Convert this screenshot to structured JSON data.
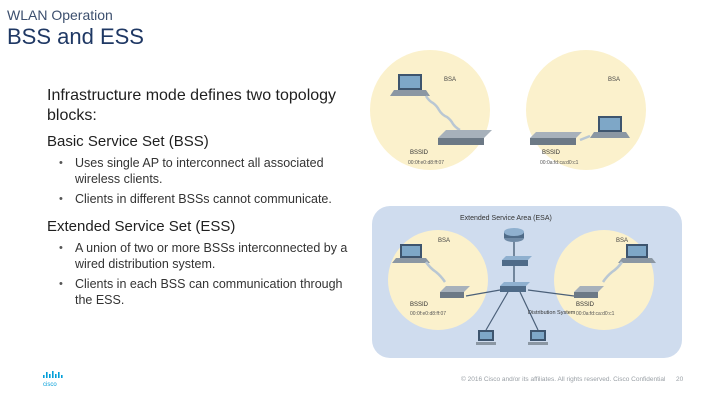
{
  "header": {
    "section": "WLAN Operation",
    "title": "BSS and ESS"
  },
  "content": {
    "intro": "Infrastructure mode defines two topology blocks:",
    "bss_heading": "Basic Service Set (BSS)",
    "bss_bullets": [
      "Uses single AP to interconnect all associated wireless clients.",
      "Clients in different BSSs cannot communicate."
    ],
    "ess_heading": "Extended Service Set (ESS)",
    "ess_bullets": [
      "A union of two or more BSSs interconnected by a wired distribution system.",
      "Clients in each BSS can communication through the ESS."
    ]
  },
  "diagram": {
    "top_left": {
      "area_label": "BSA",
      "bssid_label": "BSSID",
      "bssid_value": "00:0f:e0:d8:ff:07"
    },
    "top_right": {
      "area_label": "BSA",
      "bssid_label": "BSSID",
      "bssid_value": "00:0a:fd:ca:d0:c1"
    },
    "esa": {
      "title": "Extended Service Area (ESA)",
      "left_area_label": "BSA",
      "right_area_label": "BSA",
      "left_bssid_label": "BSSID",
      "left_bssid_value": "00:0f:e0:d8:ff:07",
      "right_bssid_label": "BSSID",
      "right_bssid_value": "00:0a:fd:ca:d0:c1",
      "distribution_label": "Distribution System"
    },
    "colors": {
      "bsa_circle": "#fbf1cc",
      "esa_box": "#cfdcee"
    }
  },
  "footer": {
    "copyright": "© 2016 Cisco and/or its affiliates. All rights reserved. Cisco Confidential",
    "page_number": "20",
    "logo_text": "cisco"
  }
}
